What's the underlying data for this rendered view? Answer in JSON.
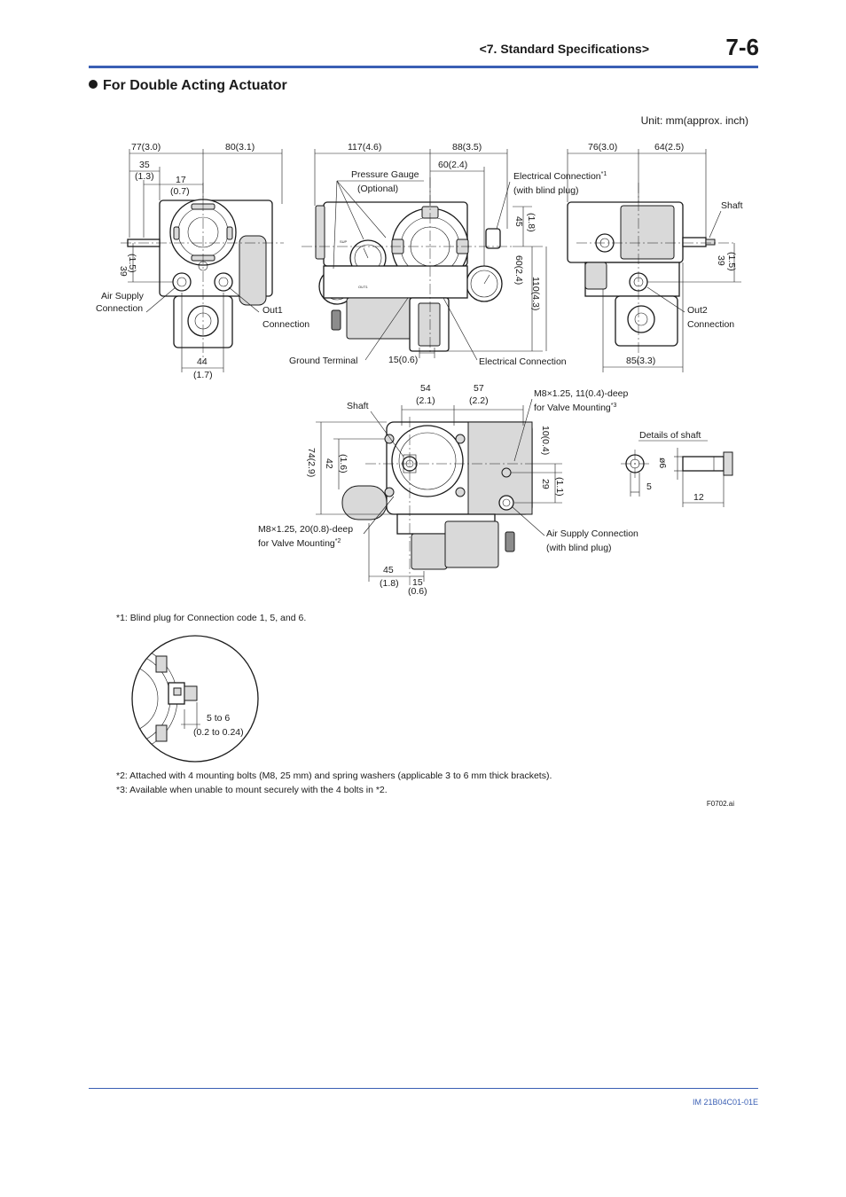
{
  "header": {
    "chapter": "<7.  Standard Specifications>",
    "page": "7-6"
  },
  "section_title": "For Double Acting Actuator",
  "unit_label": "Unit: mm(approx. inch)",
  "dimensions": {
    "d77": "77(3.0)",
    "d80": "80(3.1)",
    "d35": "35",
    "d35i": "(1.3)",
    "d17": "17",
    "d17i": "(0.7)",
    "d39l": "39",
    "d39li": "(1.5)",
    "d44": "44",
    "d44i": "(1.7)",
    "d117": "117(4.6)",
    "d88": "88(3.5)",
    "d60": "60(2.4)",
    "d45v": "45",
    "d45vi": "(1.8)",
    "d60v": "60(2.4)",
    "d110v": "110(4.3)",
    "d15": "15(0.6)",
    "d76": "76(3.0)",
    "d64": "64(2.5)",
    "d39r": "39",
    "d39ri": "(1.5)",
    "d85": "85(3.3)",
    "d54": "54",
    "d54i": "(2.1)",
    "d57": "57",
    "d57i": "(2.2)",
    "d74": "74(2.9)",
    "d42": "42",
    "d42i": "(1.6)",
    "d10": "10(0.4)",
    "d29": "29",
    "d29i": "(1.1)",
    "d45b": "45",
    "d45bi": "(1.8)",
    "d15b": "15",
    "d15bi": "(0.6)",
    "phi6": "ø6",
    "d5": "5",
    "d12": "12",
    "d5to6": "5 to 6",
    "d5to6i": "(0.2 to 0.24)"
  },
  "labels": {
    "pressure_gauge": "Pressure Gauge",
    "optional": "(Optional)",
    "electrical_connection": "Electrical Connection",
    "electrical_connection_sup": "*1",
    "with_blind_plug": "(with blind plug)",
    "shaft": "Shaft",
    "air_supply": "Air Supply",
    "connection": "Connection",
    "out1": "Out1",
    "out2": "Out2",
    "ground_terminal": "Ground Terminal",
    "electrical_connection_bottom": "Electrical Connection",
    "m8_11_line1": "M8×1.25, 11(0.4)-deep",
    "m8_11_line2": "for Valve Mounting",
    "m8_11_sup": "*3",
    "details_of_shaft": "Details of shaft",
    "m8_20_line1": "M8×1.25, 20(0.8)-deep",
    "m8_20_line2": "for Valve Mounting",
    "m8_20_sup": "*2",
    "air_supply_connection": "Air Supply Connection",
    "with_blind_plug_2": "(with blind plug)",
    "body_marking_out1": "OUT1",
    "body_marking_sup": "SUP"
  },
  "notes": {
    "n1": "*1: Blind plug for Connection code 1, 5, and 6.",
    "n2": "*2: Attached with 4 mounting bolts (M8, 25 mm) and spring washers (applicable 3 to 6 mm thick brackets).",
    "n3": "*3: Available when unable to mount securely with the 4 bolts in *2."
  },
  "figure_id": "F0702.ai",
  "footer": {
    "doc_number": "IM 21B04C01-01E"
  }
}
